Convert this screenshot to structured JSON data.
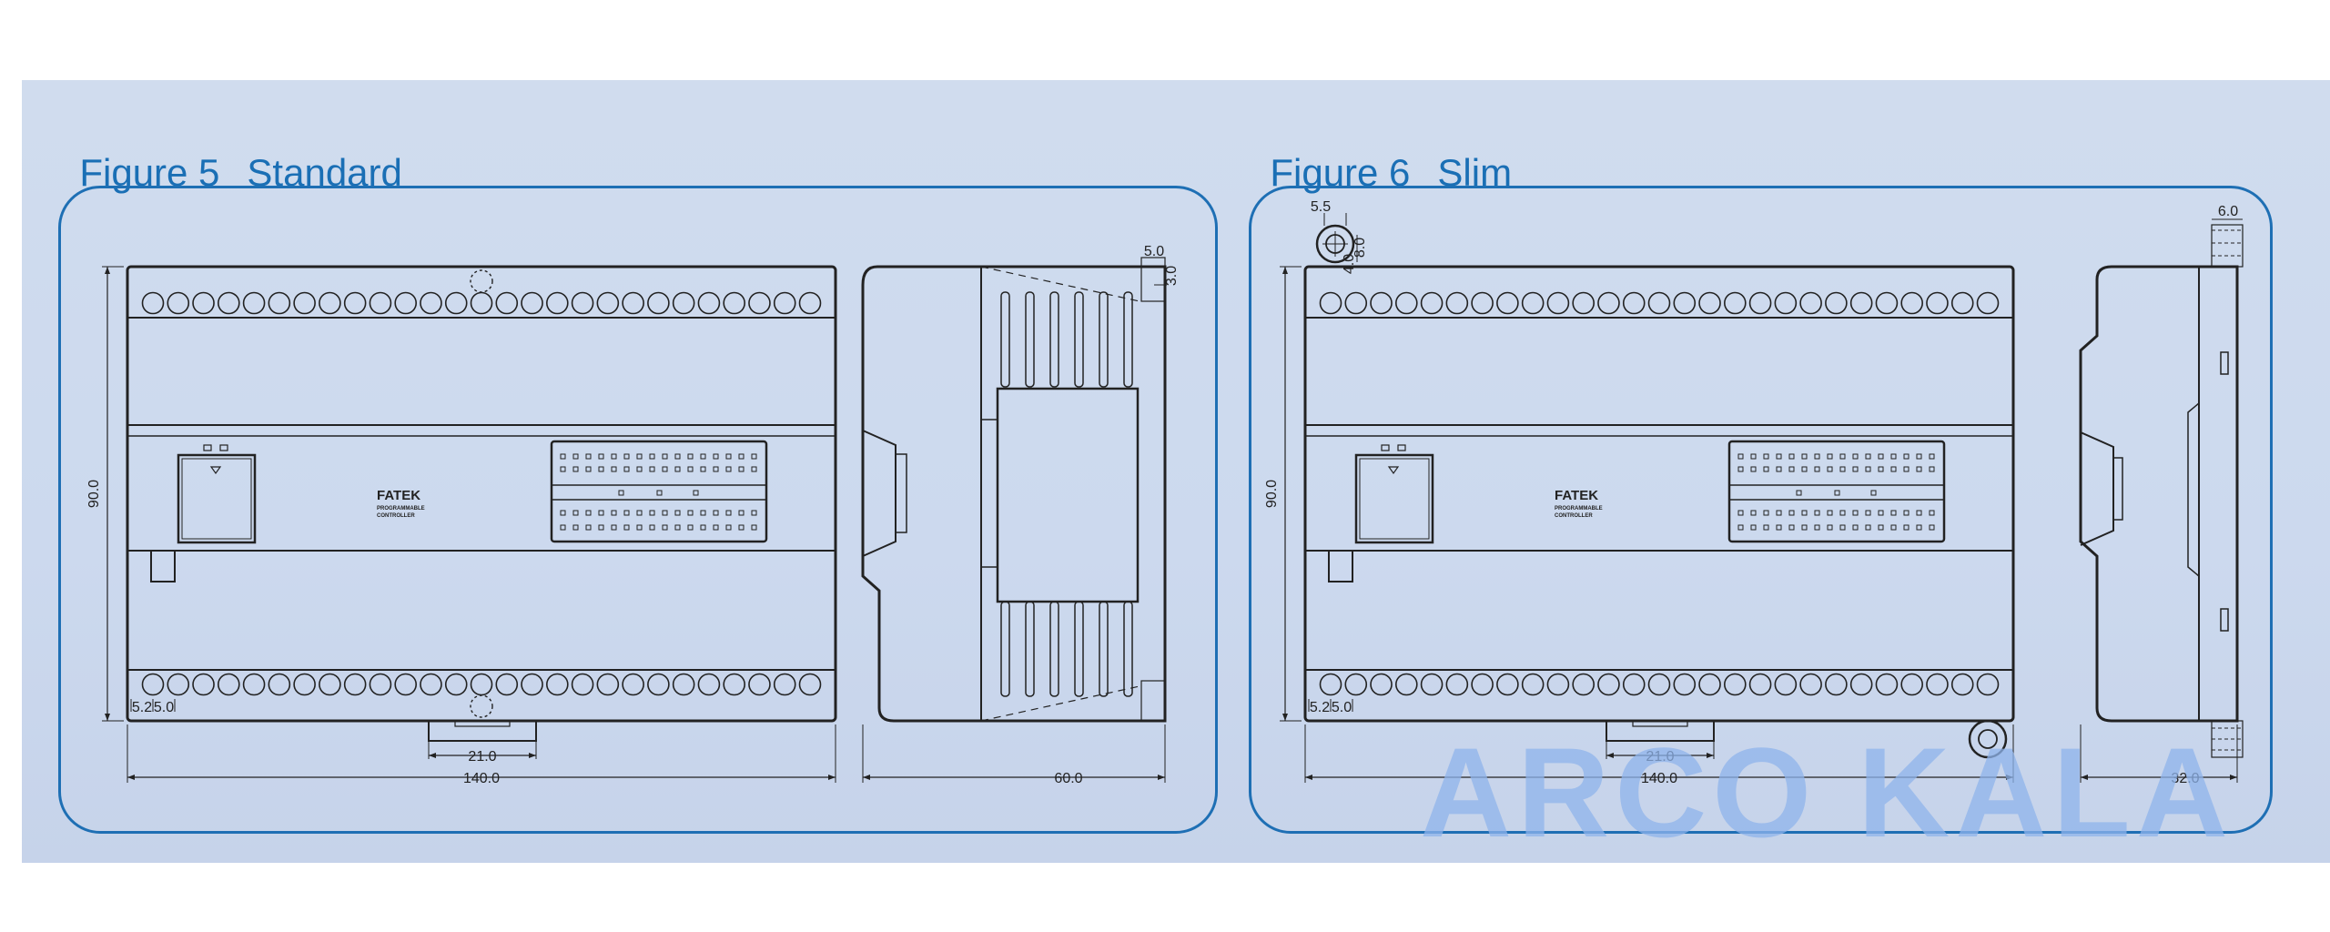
{
  "figures": [
    {
      "number": "Figure 5",
      "name": "Standard",
      "device": {
        "brand": "FATEK",
        "brand_sub1": "PROGRAMMABLE",
        "brand_sub2": "CONTROLLER"
      },
      "dimensions": {
        "height": "90.0",
        "width": "140.0",
        "depth": "60.0",
        "rail": "21.0",
        "terminal_a": "5.2",
        "terminal_b": "5.0",
        "top_w": "5.0",
        "top_h": "3.0"
      }
    },
    {
      "number": "Figure 6",
      "name": "Slim",
      "device": {
        "brand": "FATEK",
        "brand_sub1": "PROGRAMMABLE",
        "brand_sub2": "CONTROLLER"
      },
      "dimensions": {
        "height": "90.0",
        "width": "140.0",
        "depth": "32.0",
        "rail": "21.0",
        "terminal_a": "5.2",
        "terminal_b": "5.0",
        "mount_w": "5.5",
        "mount_h1": "8.0",
        "mount_h2": "4.0",
        "side_top": "6.0"
      }
    }
  ],
  "watermark": "ARCO KALA",
  "colors": {
    "title": "#1a6fb5",
    "panel_border": "#1e6fb4",
    "band": "#ccd9ee",
    "line": "#222222"
  }
}
